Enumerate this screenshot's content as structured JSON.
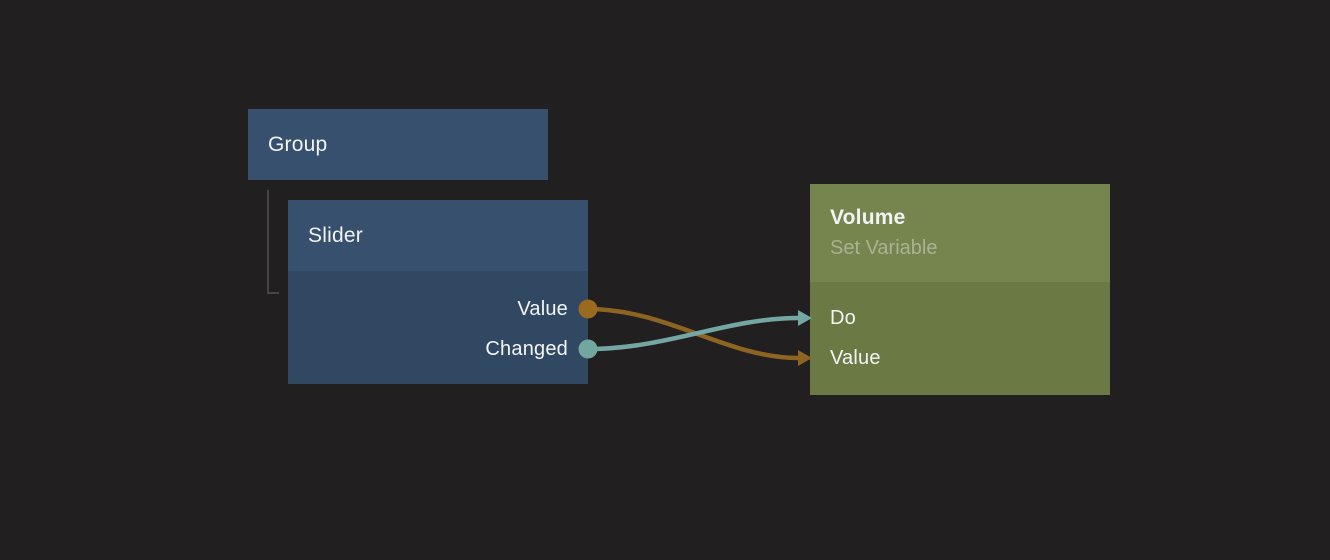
{
  "canvas": {
    "background": "#211f1f"
  },
  "colors": {
    "blue_header": "#36506e",
    "blue_body": "#314862",
    "green_header": "#75854d",
    "green_body": "#6b7a45",
    "wire_orange": "#8d6523",
    "port_orange": "#9a6a1f",
    "wire_teal": "#74a7a3",
    "port_teal": "#72a6a1",
    "tree_line": "#454545",
    "title_text": "#f2f3f4",
    "subtitle_text": "#a9b293"
  },
  "nodes": {
    "group": {
      "title": "Group"
    },
    "slider": {
      "title": "Slider",
      "outputs": [
        {
          "label": "Value",
          "port_color": "#9a6a1f"
        },
        {
          "label": "Changed",
          "port_color": "#72a6a1"
        }
      ]
    },
    "volume": {
      "title": "Volume",
      "subtitle": "Set Variable",
      "inputs": [
        {
          "label": "Do",
          "wire_color": "#74a7a3"
        },
        {
          "label": "Value",
          "wire_color": "#8d6523"
        }
      ]
    }
  },
  "connections": [
    {
      "from": "Slider.Value",
      "to": "Volume.Value",
      "color": "#8d6523"
    },
    {
      "from": "Slider.Changed",
      "to": "Volume.Do",
      "color": "#74a7a3"
    }
  ],
  "hierarchy": [
    {
      "parent": "Group",
      "child": "Slider"
    }
  ]
}
